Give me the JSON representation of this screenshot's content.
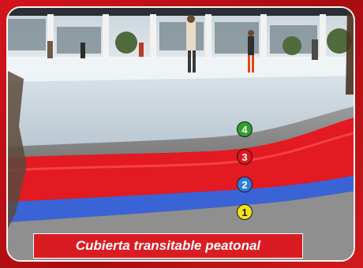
{
  "caption": "Cubierta transitable peatonal",
  "layers": [
    {
      "label": "4",
      "color": "#2ea02e",
      "text_color": "#ffffff"
    },
    {
      "label": "3",
      "color": "#e0161e",
      "text_color": "#ffffff"
    },
    {
      "label": "2",
      "color": "#2e7be0",
      "text_color": "#ffffff"
    },
    {
      "label": "1",
      "color": "#f2e21a",
      "text_color": "#1a1a1a"
    }
  ],
  "colors": {
    "frame": "#c81418",
    "band_red": "#e31a21",
    "band_blue": "#3a64d6",
    "band_grey": "#8f8f8f"
  }
}
